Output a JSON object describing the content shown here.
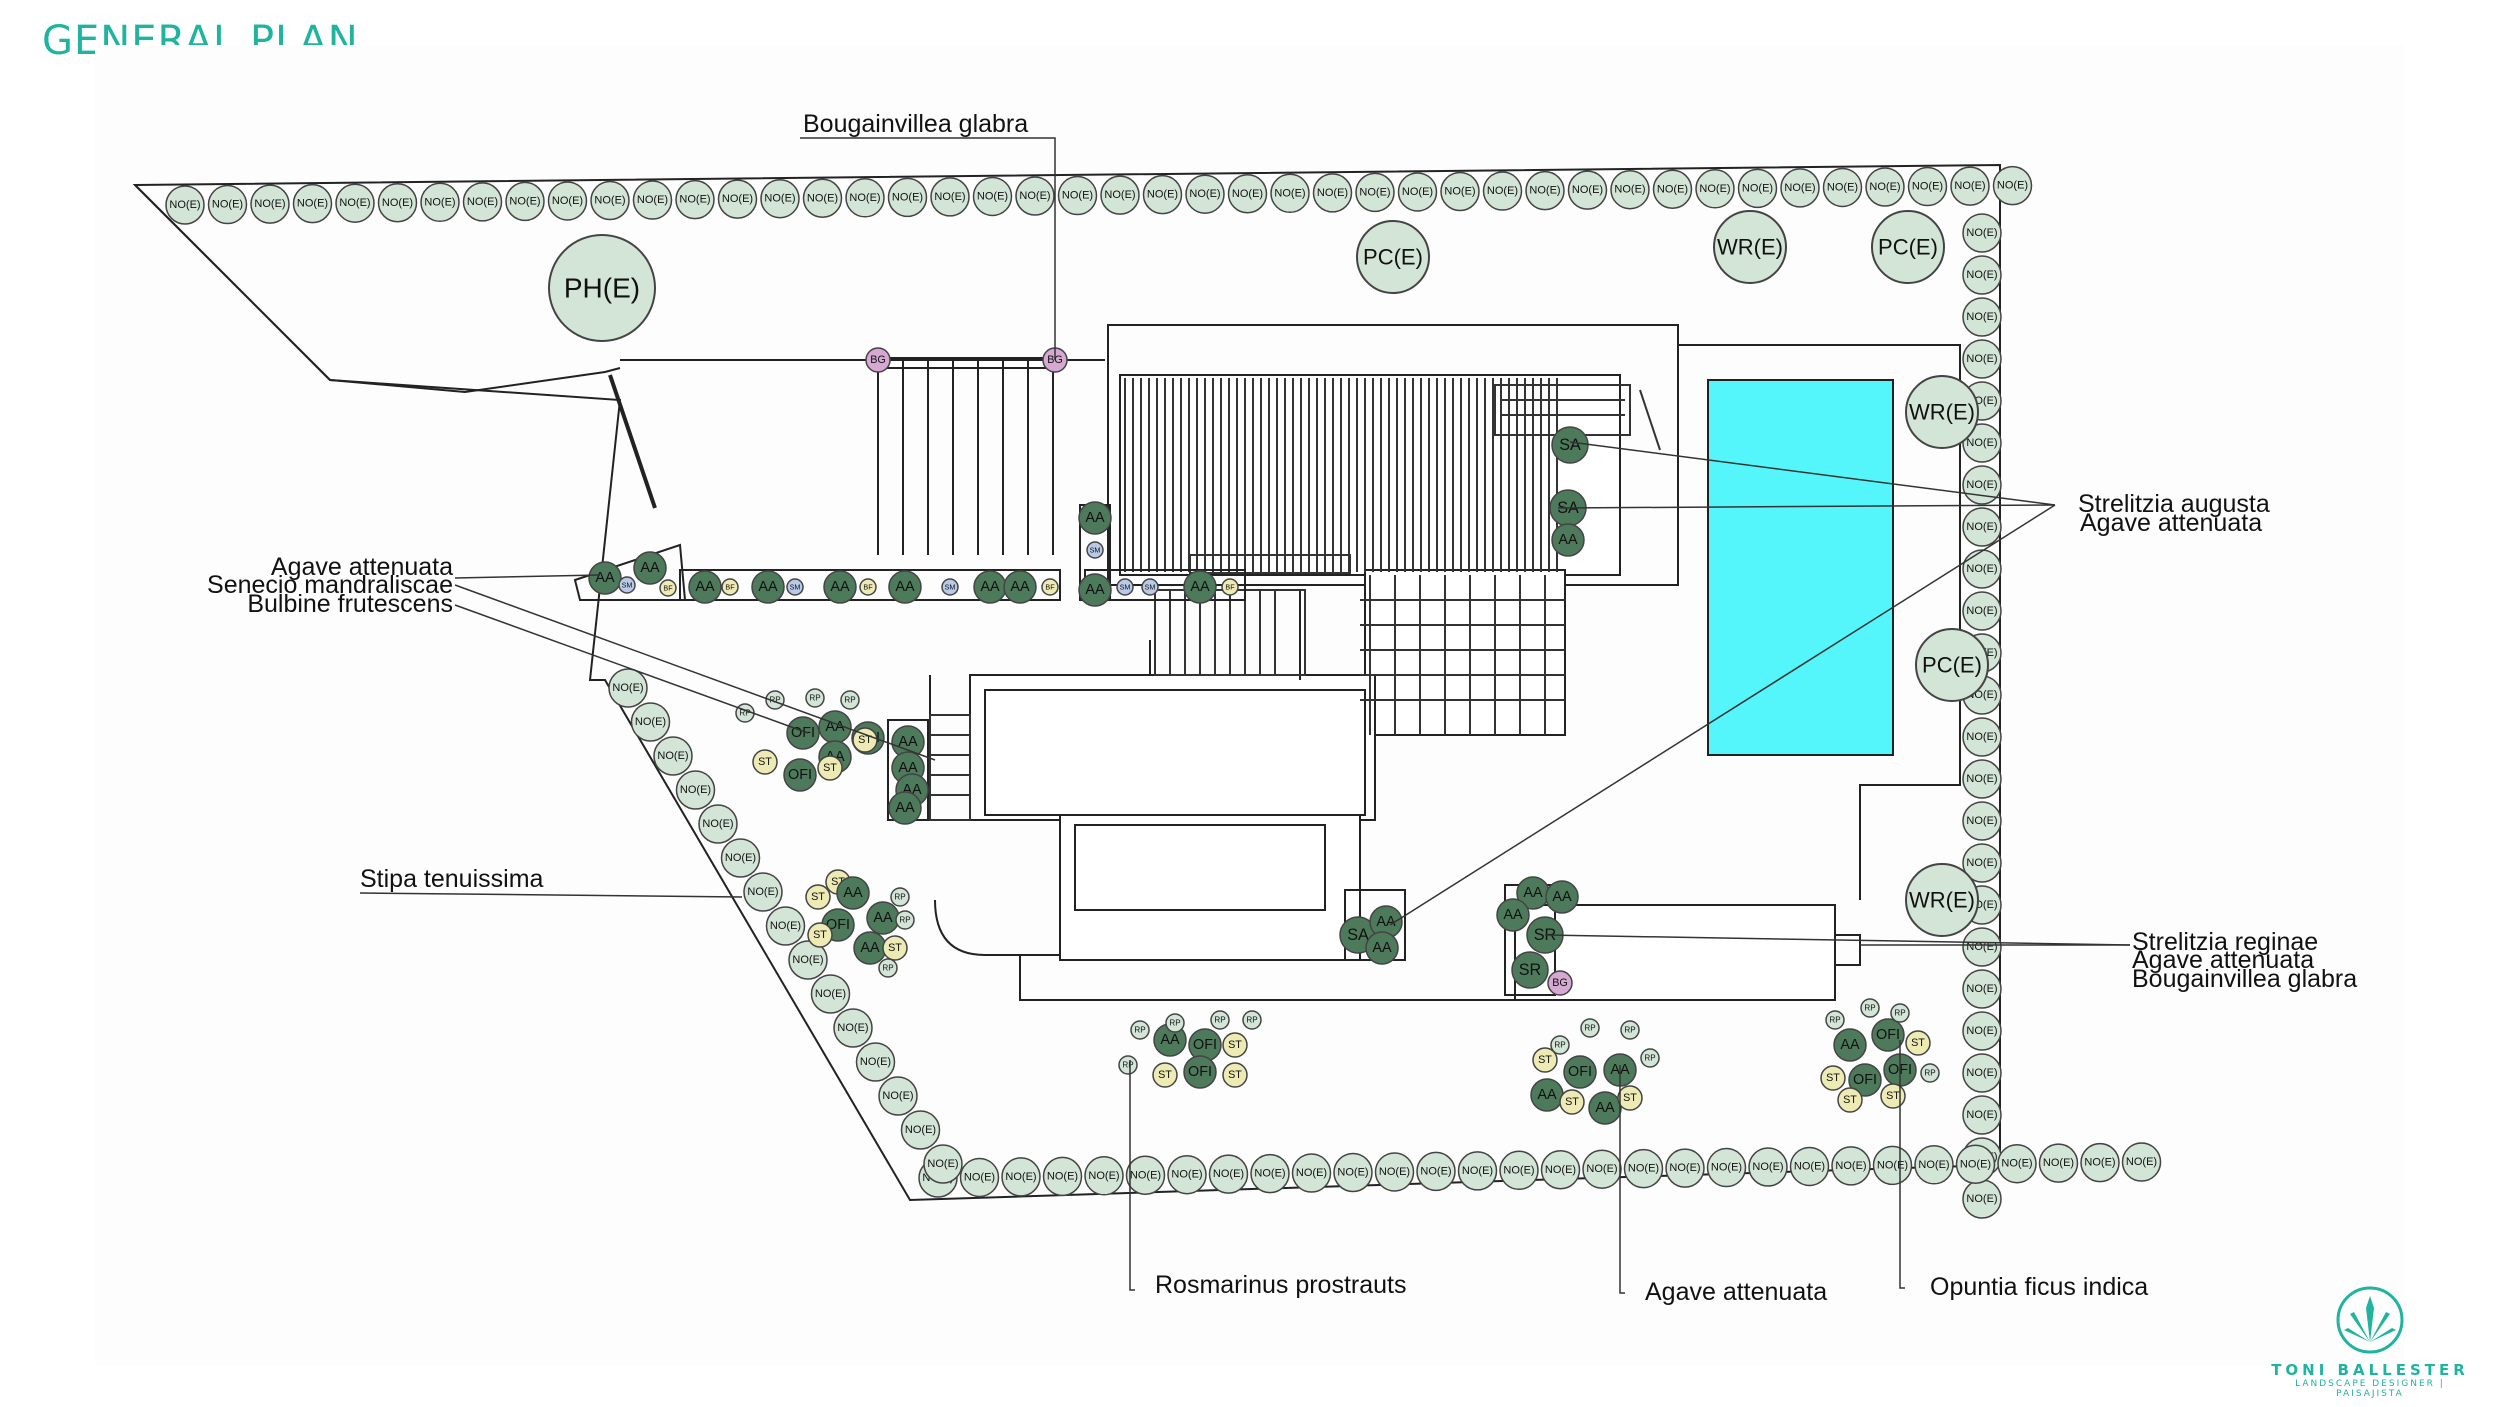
{
  "title": "GENERAL PLAN",
  "colors": {
    "title": "#1fb3a0",
    "pool": "#55f6fb",
    "hedge_fill": "#d3e5d7",
    "dark_plant": "#4e7a5c",
    "yellow_plant": "#eeeab4",
    "pink_plant": "#d6a9d3",
    "line": "#222222"
  },
  "labels": {
    "bougainvillea_top": "Bougainvillea glabra",
    "agave_left": "Agave attenuata",
    "senecio": "Senecio mandraliscae",
    "bulbine": "Bulbine frutescens",
    "stipa": "Stipa tenuissima",
    "strelitzia_augusta": "Strelitzia augusta",
    "agave_right": "Agave attenuata",
    "strelitzia_reginae": "Strelitzia reginae",
    "agave_right2": "Agave attenuata",
    "bougainvillea_right": "Bougainvillea glabra",
    "rosmarinus": "Rosmarinus prostrauts",
    "agave_bottom": "Agave attenuata",
    "opuntia": "Opuntia ficus indica"
  },
  "tree_codes": {
    "hedge": "NO(E)",
    "ph": "PH(E)",
    "pc": "PC(E)",
    "wr": "WR(E)",
    "aa": "AA",
    "ofi": "OFI",
    "st": "ST",
    "rp": "RP",
    "sa": "SA",
    "sr": "SR",
    "bg": "BG",
    "sm": "SM",
    "bf": "BF"
  },
  "logo": {
    "name": "TONI BALLESTER",
    "subtitle": "LANDSCAPE DESIGNER | PAISAJISTA"
  }
}
